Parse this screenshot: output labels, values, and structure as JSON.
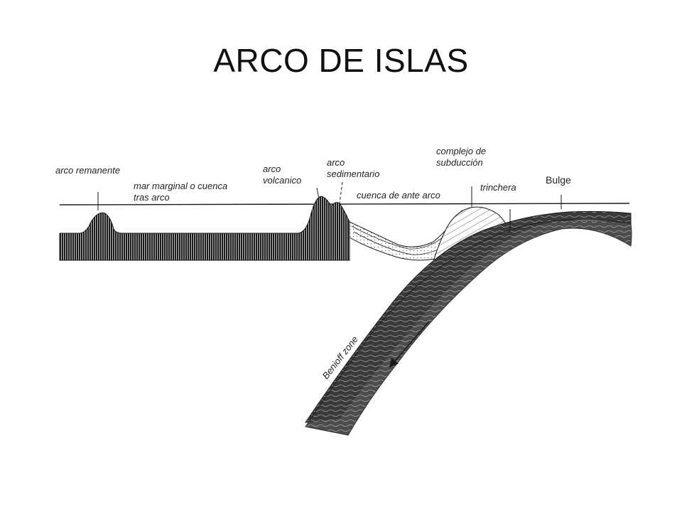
{
  "title": "ARCO DE ISLAS",
  "labels": {
    "arco_remanente": "arco remanente",
    "mar_marginal_1": "mar marginal o cuenca",
    "mar_marginal_2": "tras arco",
    "arco_volcanico_1": "arco",
    "arco_volcanico_2": "volcanico",
    "arco_sedimentario_1": "arco",
    "arco_sedimentario_2": "sedimentario",
    "cuenca_ante_arco": "cuenca de ante arco",
    "complejo_1": "complejo de",
    "complejo_2": "subducción",
    "trinchera": "trinchera",
    "bulge": "Bulge",
    "benioff": "Benioff zone"
  },
  "colors": {
    "ink": "#1a1a1a",
    "fill_dark": "#333333",
    "fill_light": "#dddddd",
    "background": "#ffffff"
  }
}
